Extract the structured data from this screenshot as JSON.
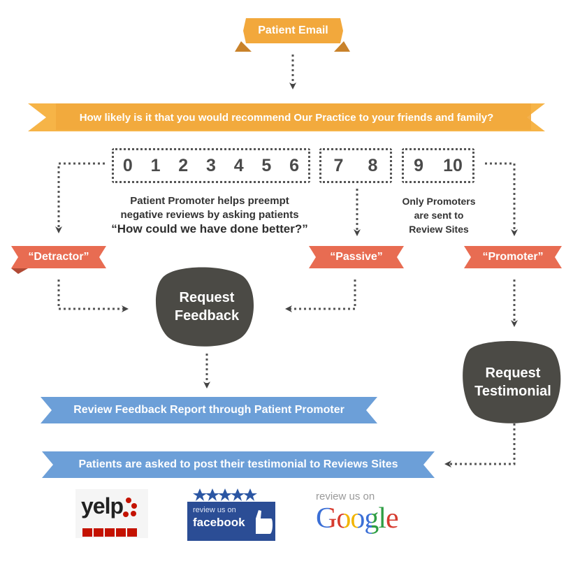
{
  "start": {
    "label": "Patient Email"
  },
  "question": {
    "text": "How likely is it that you would recommend Our Practice to your friends and family?"
  },
  "scores": {
    "detractor_group": [
      "0",
      "1",
      "2",
      "3",
      "4",
      "5",
      "6"
    ],
    "passive_group": [
      "7",
      "8"
    ],
    "promoter_group": [
      "9",
      "10"
    ]
  },
  "notes": {
    "feedback_line1": "Patient Promoter helps preempt",
    "feedback_line2": "negative reviews by asking patients",
    "feedback_quote": "“How could we have done better?”",
    "promoter_line1": "Only Promoters",
    "promoter_line2": "are sent to",
    "promoter_line3": "Review Sites"
  },
  "categories": {
    "detractor": "“Detractor”",
    "passive": "“Passive”",
    "promoter": "“Promoter”"
  },
  "actions": {
    "feedback_line1": "Request",
    "feedback_line2": "Feedback",
    "testimonial_line1": "Request",
    "testimonial_line2": "Testimonial"
  },
  "banners": {
    "report": "Review Feedback Report through Patient Promoter",
    "post": "Patients are asked to post their testimonial to Reviews Sites"
  },
  "logos": {
    "yelp": {
      "wordmark": "yelp"
    },
    "facebook": {
      "caption": "review us on",
      "wordmark": "facebook"
    },
    "google": {
      "caption": "review us on",
      "wordmark": "Google"
    }
  },
  "colors": {
    "orange": "#f2a83c",
    "salmon": "#e86c52",
    "blue": "#6c9fd8",
    "blob": "#4b4a45"
  }
}
